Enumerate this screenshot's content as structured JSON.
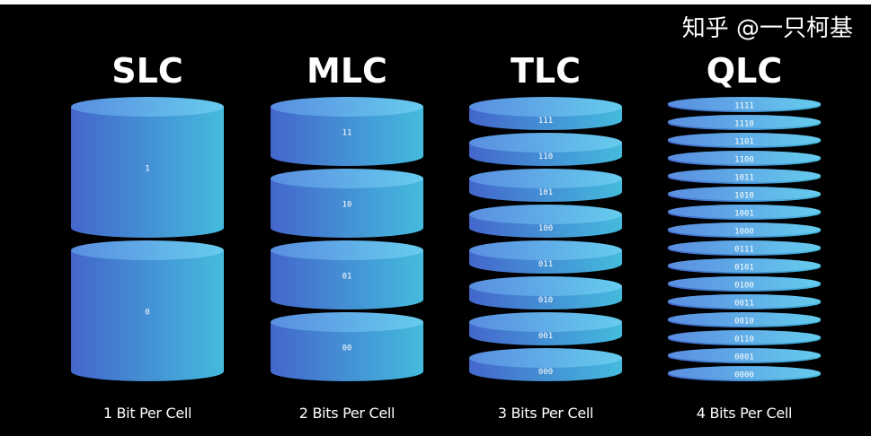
{
  "colors": {
    "background": "#000000",
    "cell_left": "#4466cc",
    "cell_right": "#44bbdd",
    "cell_top_left": "#5a8ee0",
    "cell_top_right": "#66ccee",
    "text": "#ffffff"
  },
  "columns": [
    {
      "title": "SLC",
      "caption": "1 Bit Per Cell",
      "states": [
        "1",
        "0"
      ]
    },
    {
      "title": "MLC",
      "caption": "2 Bits Per Cell",
      "states": [
        "11",
        "10",
        "01",
        "00"
      ]
    },
    {
      "title": "TLC",
      "caption": "3 Bits Per Cell",
      "states": [
        "111",
        "110",
        "101",
        "100",
        "011",
        "010",
        "001",
        "000"
      ]
    },
    {
      "title": "QLC",
      "caption": "4 Bits Per Cell",
      "states": [
        "1111",
        "1110",
        "1101",
        "1100",
        "1011",
        "1010",
        "1001",
        "1000",
        "0111",
        "0101",
        "0100",
        "0011",
        "0010",
        "0110",
        "0001",
        "0000"
      ]
    }
  ],
  "watermark": "知乎 @一只柯基"
}
